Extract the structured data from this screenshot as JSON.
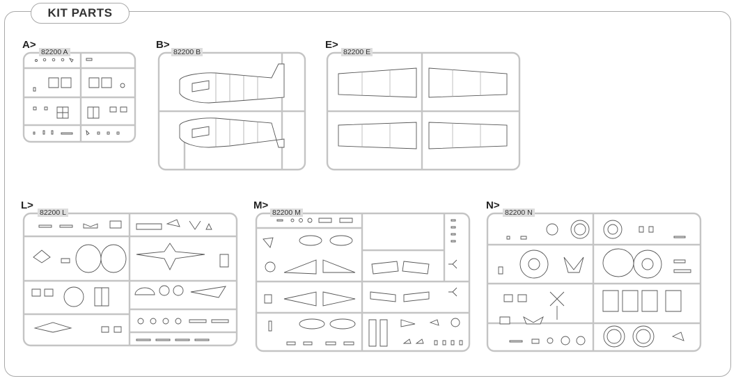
{
  "page": {
    "title": "KIT PARTS"
  },
  "sprues": [
    {
      "letter": "A>",
      "code": "82200 A"
    },
    {
      "letter": "B>",
      "code": "82200 B"
    },
    {
      "letter": "E>",
      "code": "82200 E"
    },
    {
      "letter": "L>",
      "code": "82200 L"
    },
    {
      "letter": "M>",
      "code": "82200 M"
    },
    {
      "letter": "N>",
      "code": "82200 N"
    }
  ]
}
